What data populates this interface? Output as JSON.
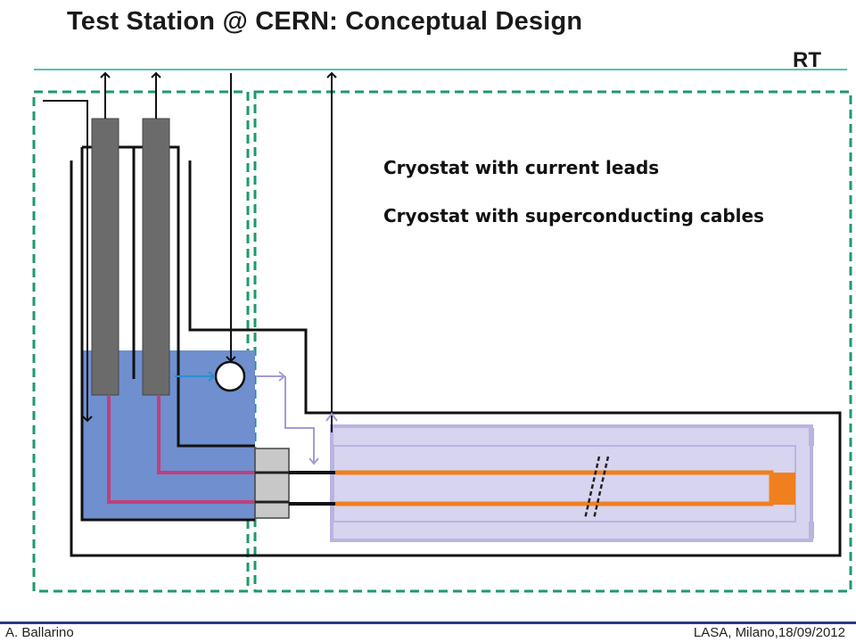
{
  "title": "Test Station @ CERN: Conceptual Design",
  "rt_label": "RT",
  "labels": {
    "leads": "Cryostat with current leads",
    "cables": "Cryostat with superconducting cables"
  },
  "footer": {
    "author": "A. Ballarino",
    "event": "LASA, Milano,18/09/2012"
  },
  "colors": {
    "rt_line": "#5bbfb0",
    "dashed_box": "#1e9a6a",
    "liquid": "#6f8fcf",
    "lead_body": "#6b6b6b",
    "connection": "#c0407a",
    "cable": "#f07f1e",
    "cable_cryostat": "#d6d4ee",
    "gas_arrow": "#a79ad6",
    "flow_arrow": "#2a8fd0",
    "footer_line": "#2a3a8c"
  }
}
